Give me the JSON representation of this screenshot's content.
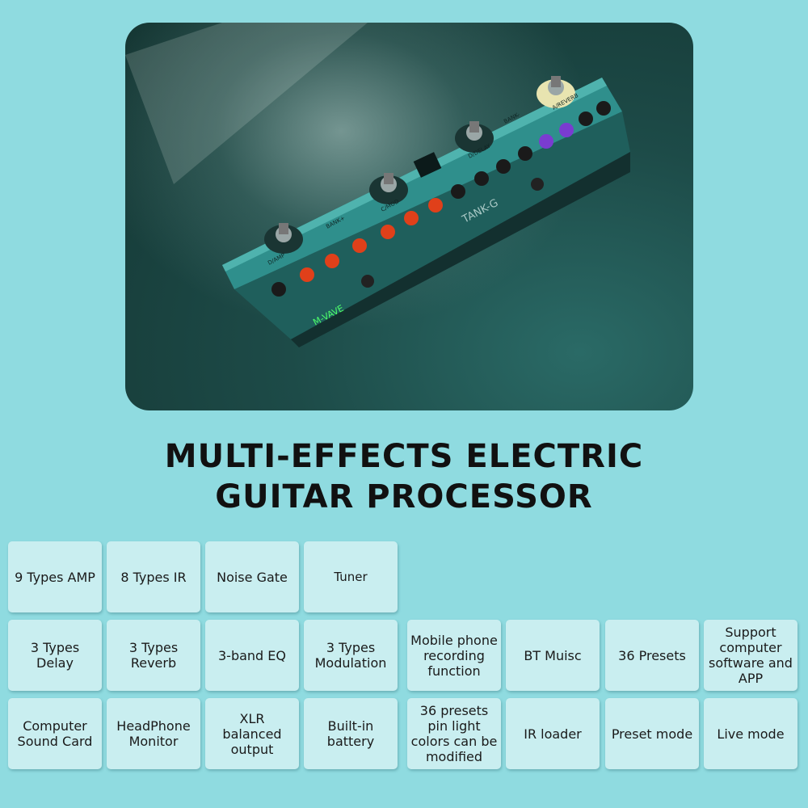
{
  "product": {
    "brand": "M-VAVE",
    "model": "TANK-G",
    "panel_labels": [
      "D/AMP",
      "BANK+",
      "C/MOD",
      "D/DELAY",
      "BANK-",
      "A/REVERB"
    ]
  },
  "headline": {
    "line1": "MULTI-EFFECTS ELECTRIC",
    "line2": "GUITAR PROCESSOR"
  },
  "features": {
    "row1": [
      "9 Types AMP",
      "8 Types IR",
      "Noise Gate",
      "Tuner"
    ],
    "row2": [
      "3 Types Delay",
      "3 Types Reverb",
      "3-band EQ",
      "3 Types Modulation",
      "Mobile phone recording function",
      "BT Muisc",
      "36 Presets",
      "Support computer software and APP"
    ],
    "row3": [
      "Computer Sound Card",
      "HeadPhone Monitor",
      "XLR balanced output",
      "Built-in battery",
      "36 presets pin light colors can be modified",
      "IR loader",
      "Preset mode",
      "Live mode"
    ]
  },
  "colors": {
    "page_bg": "#8fdbe0",
    "card_bg": "#c9eef0",
    "pedal_body": "#2f8f8c",
    "knob_orange": "#e0401a",
    "knob_purple": "#7a3cd0"
  }
}
